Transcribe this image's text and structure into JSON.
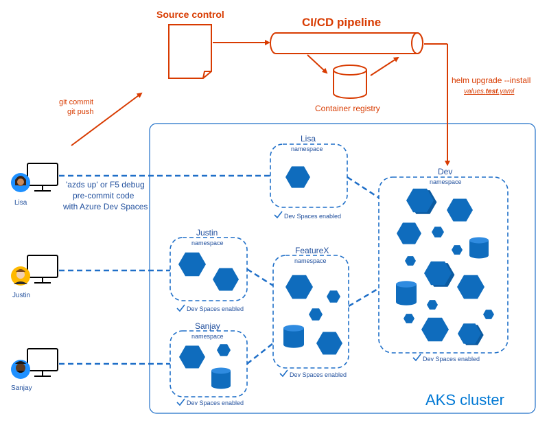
{
  "colors": {
    "accent_red": "#d83b01",
    "azure_blue": "#0078d4",
    "dark_blue": "#005a9e",
    "text_blue": "#1f4e9c",
    "black": "#000000"
  },
  "top": {
    "source_control": "Source control",
    "pipeline": "CI/CD pipeline",
    "registry": "Container registry",
    "git_commit": "git commit",
    "git_push": "git push",
    "helm_cmd": "helm upgrade --install",
    "values_file_a": "values.",
    "values_file_b": "test",
    "values_file_c": ".yaml"
  },
  "devs_note": {
    "line1": "'azds up' or F5 debug",
    "line2": "pre-commit code",
    "line3": "with Azure Dev Spaces"
  },
  "users": {
    "lisa": "Lisa",
    "justin": "Justin",
    "sanjay": "Sanjay"
  },
  "namespaces": {
    "subtitle": "namespace",
    "enabled": "Dev Spaces enabled",
    "lisa": "Lisa",
    "justin": "Justin",
    "sanjay": "Sanjay",
    "featurex": "FeatureX",
    "dev": "Dev"
  },
  "cluster_label": "AKS cluster",
  "icons": [
    "document-icon",
    "pipe-icon",
    "database-icon",
    "monitor-icon",
    "avatar-icon",
    "hexagon-icon",
    "checkmark-icon"
  ]
}
